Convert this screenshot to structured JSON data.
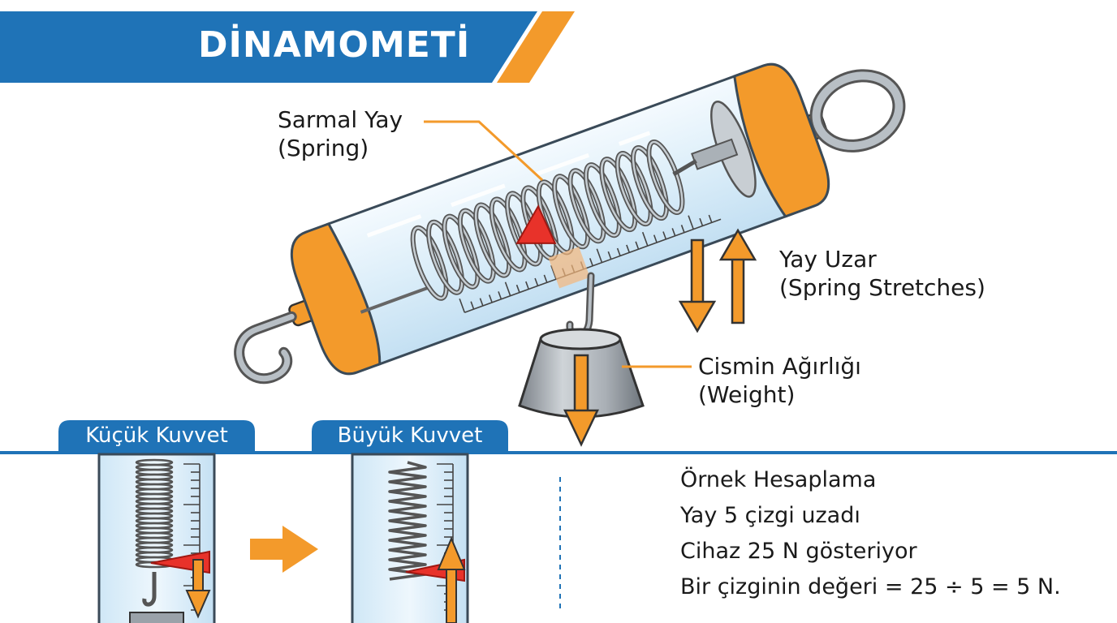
{
  "title": "DİNAMOMETİ",
  "labels": {
    "spring": {
      "line1": "Sarmal Yay",
      "line2": "(Spring)"
    },
    "stretch": {
      "line1": "Yay Uzar",
      "line2": "(Spring Stretches)"
    },
    "weight": {
      "line1": "Cismin Ağırlığı",
      "line2": "(Weight)"
    }
  },
  "tabs": {
    "small": "Küçük Kuvvet",
    "large": "Büyük Kuvvet"
  },
  "example": {
    "title": "Örnek Hesaplama",
    "line1": "Yay 5 çizgi uzadı",
    "line2": "Cihaz 25 N gösteriyor",
    "line3": "Bir çizginin değeri = 25 ÷ 5 = 5 N."
  },
  "colors": {
    "brand_blue": "#1f73b7",
    "accent_orange": "#f39a2b",
    "indicator_red": "#e8322a",
    "glass": "#dceffa",
    "metal": "#9aa2a9"
  }
}
